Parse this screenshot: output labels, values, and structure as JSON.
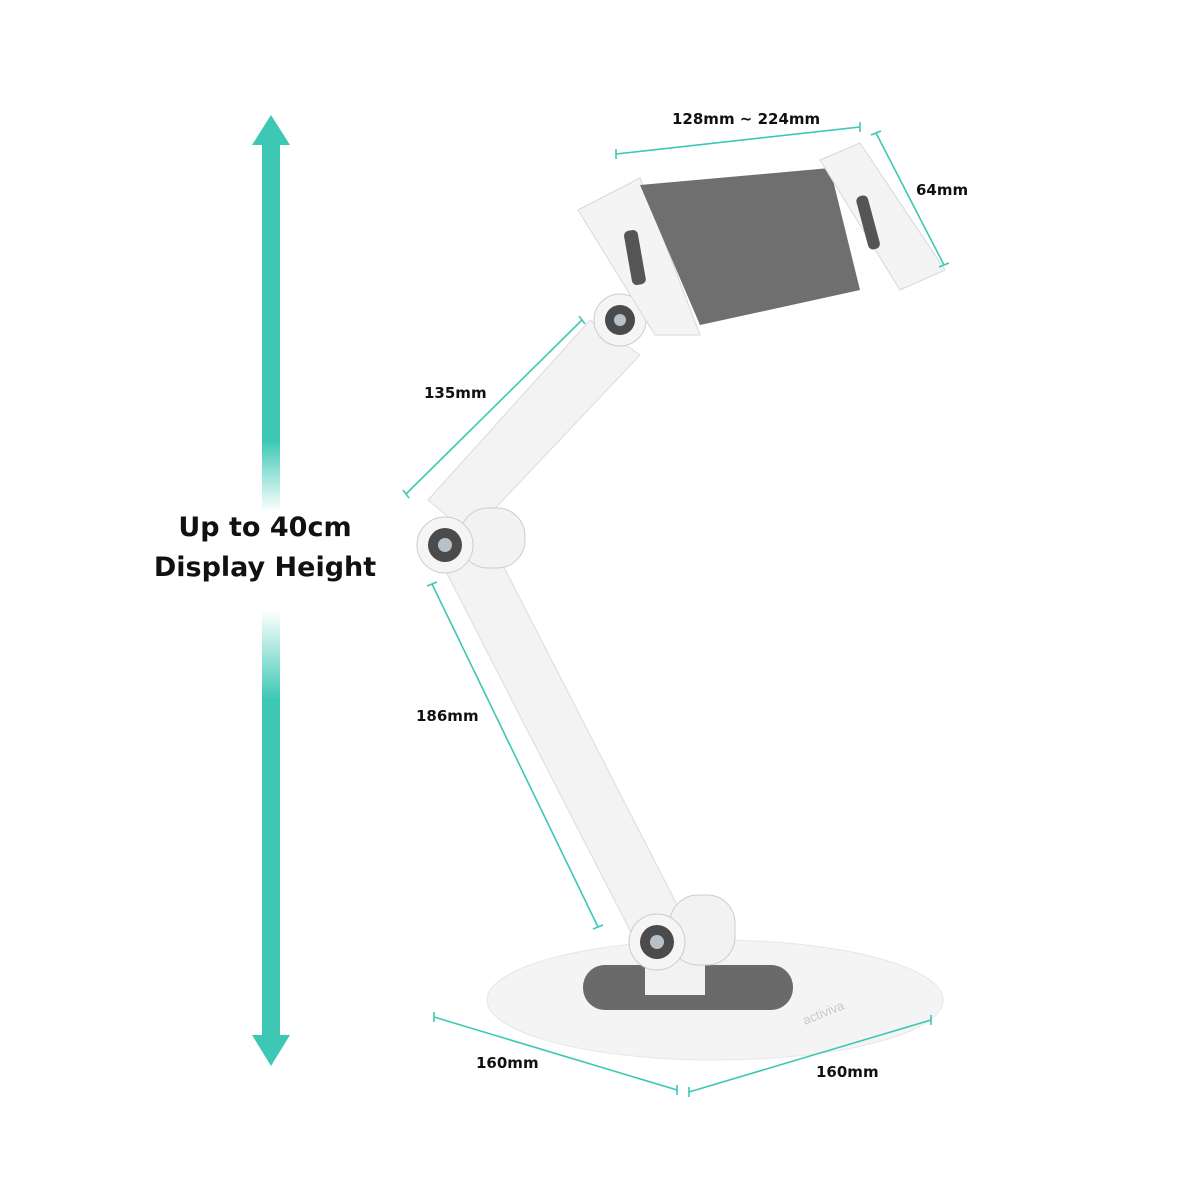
{
  "headline": {
    "line1": "Up to 40cm",
    "line2": "Display Height"
  },
  "dimensions": {
    "clamp_width": "128mm ~ 224mm",
    "clamp_depth": "64mm",
    "upper_arm": "135mm",
    "lower_arm": "186mm",
    "base_left": "160mm",
    "base_right": "160mm"
  },
  "brand": "activiva",
  "colors": {
    "accent": "#3cc8b4",
    "product": "#f2f2f2",
    "pad": "#6d6d6d"
  }
}
